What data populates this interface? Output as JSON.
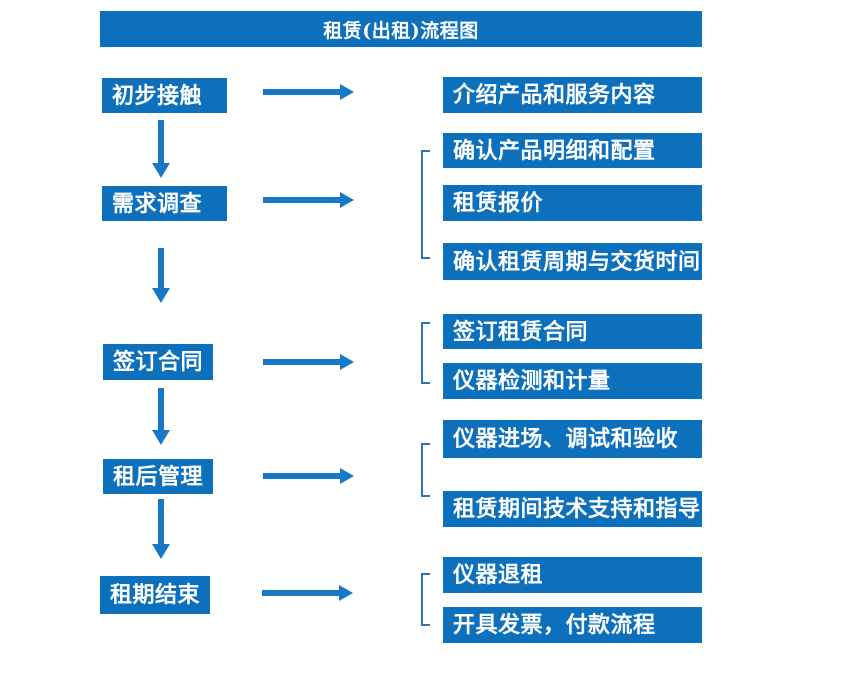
{
  "title": "租赁(出租)流程图",
  "colors": {
    "bar_blue": "#0d70bc",
    "box_blue": "#0d70bc",
    "arrow_blue": "#1878c8",
    "bracket_blue": "#2e75b6",
    "text_white": "#ffffff",
    "page_bg": "#ffffff"
  },
  "stages": [
    {
      "label": "初步接触"
    },
    {
      "label": "需求调查"
    },
    {
      "label": "签订合同"
    },
    {
      "label": "租后管理"
    },
    {
      "label": "租期结束"
    }
  ],
  "details": [
    {
      "label": "介绍产品和服务内容"
    },
    {
      "label": "确认产品明细和配置"
    },
    {
      "label": "租赁报价"
    },
    {
      "label": "确认租赁周期与交货时间"
    },
    {
      "label": "签订租赁合同"
    },
    {
      "label": "仪器检测和计量"
    },
    {
      "label": "仪器进场、调试和验收"
    },
    {
      "label": "租赁期间技术支持和指导"
    },
    {
      "label": "仪器退租"
    },
    {
      "label": "开具发票，付款流程"
    }
  ]
}
